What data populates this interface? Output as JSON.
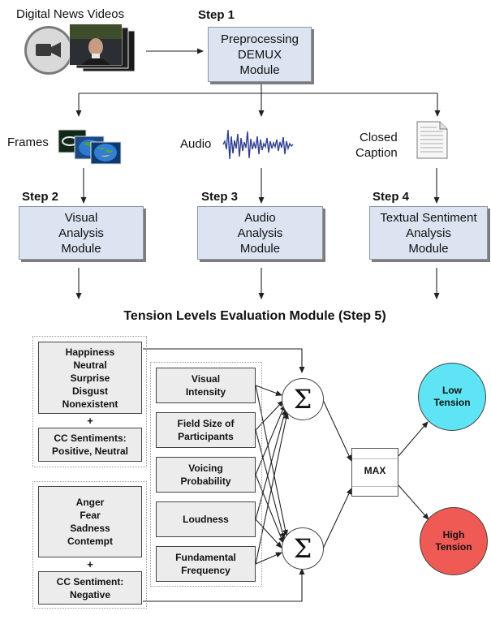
{
  "inputs": {
    "videos_label": "Digital News Videos",
    "frames_label": "Frames",
    "audio_label": "Audio",
    "caption_label": "Closed\nCaption"
  },
  "steps": {
    "step1": "Step 1",
    "step2": "Step 2",
    "step3": "Step 3",
    "step4": "Step 4"
  },
  "modules": {
    "preprocessing": "Preprocessing\nDEMUX\nModule",
    "visual": "Visual\nAnalysis\nModule",
    "audio": "Audio\nAnalysis\nModule",
    "textual": "Textual Sentiment\nAnalysis\nModule"
  },
  "evaluation": {
    "title": "Tension Levels Evaluation Module (Step 5)",
    "low_emotions": "Happiness\nNeutral\nSurprise\nDisgust\nNonexistent",
    "low_cc": "CC Sentiments:\nPositive, Neutral",
    "high_emotions": "Anger\nFear\nSadness\nContempt",
    "high_cc": "CC Sentiment:\nNegative",
    "plus": "+",
    "features": [
      "Visual\nIntensity",
      "Field Size of\nParticipants",
      "Voicing\nProbability",
      "Loudness",
      "Fundamental\nFrequency"
    ],
    "sum_symbol": "Σ",
    "max_label": "MAX",
    "low_tension": "Low\nTension",
    "high_tension": "High\nTension"
  },
  "colors": {
    "module_fill": "#dce4f1",
    "feature_fill": "#ececec",
    "low_tension": "#5ee4f4",
    "high_tension": "#f05a54"
  }
}
